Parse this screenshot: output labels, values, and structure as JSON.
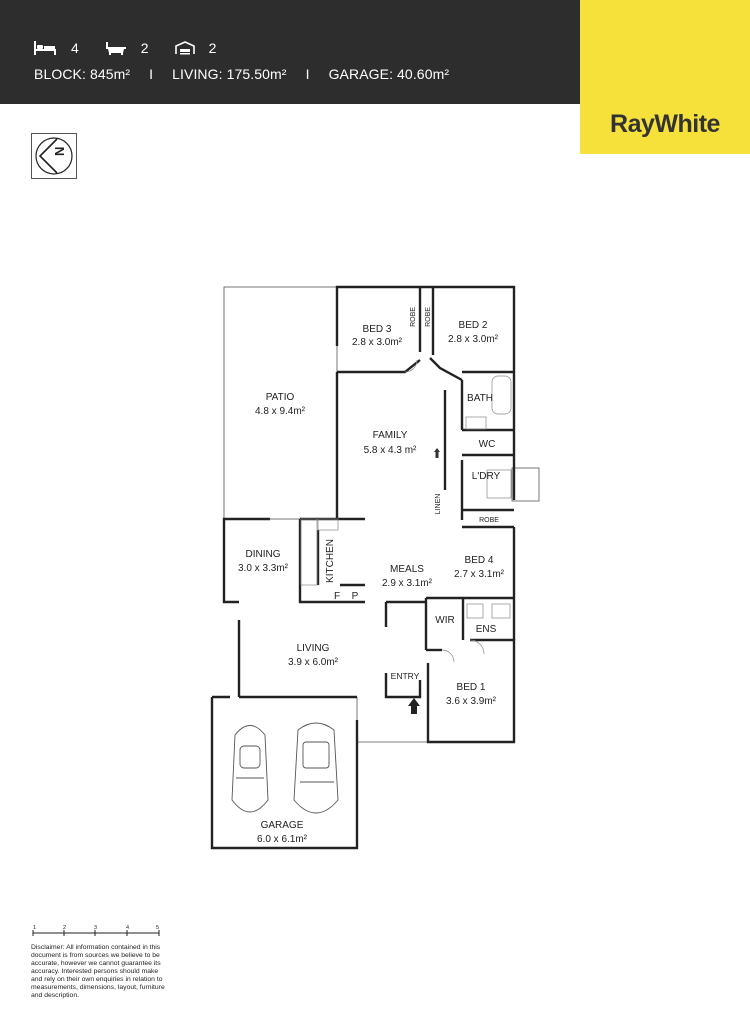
{
  "header": {
    "stats": [
      {
        "icon": "bed-icon",
        "value": "4"
      },
      {
        "icon": "bath-icon",
        "value": "2"
      },
      {
        "icon": "garage-icon",
        "value": "2"
      }
    ],
    "block_label": "BLOCK: 845m²",
    "living_label": "LIVING: 175.50m²",
    "garage_label": "GARAGE: 40.60m²",
    "separator": "I"
  },
  "brand": {
    "name": "RayWhite",
    "color": "#f6e13b"
  },
  "compass": {
    "letter": "N"
  },
  "rooms": {
    "patio": {
      "name": "PATIO",
      "size": "4.8 x 9.4m²"
    },
    "bed3": {
      "name": "BED 3",
      "size": "2.8 x 3.0m²"
    },
    "bed2": {
      "name": "BED 2",
      "size": "2.8 x 3.0m²"
    },
    "robe_bed3": "ROBE",
    "robe_bed2": "ROBE",
    "bath": {
      "name": "BATH"
    },
    "family": {
      "name": "FAMILY",
      "size": "5.8 x 4.3 m²"
    },
    "wc": {
      "name": "WC"
    },
    "laundry": {
      "name": "L'DRY"
    },
    "linen": "LINEN",
    "robe_bed4": "ROBE",
    "dining": {
      "name": "DINING",
      "size": "3.0 x 3.3m²"
    },
    "kitchen": {
      "name": "KITCHEN"
    },
    "meals": {
      "name": "MEALS",
      "size": "2.9 x 3.1m²"
    },
    "bed4": {
      "name": "BED 4",
      "size": "2.7 x 3.1m²"
    },
    "fridge": "F",
    "pantry": "P",
    "wir": {
      "name": "WIR"
    },
    "ens": {
      "name": "ENS"
    },
    "living": {
      "name": "LIVING",
      "size": "3.9 x 6.0m²"
    },
    "entry": {
      "name": "ENTRY"
    },
    "bed1": {
      "name": "BED 1",
      "size": "3.6 x 3.9m²"
    },
    "garage": {
      "name": "GARAGE",
      "size": "6.0 x 6.1m²"
    }
  },
  "scale": {
    "ticks": [
      "1",
      "2",
      "3",
      "4",
      "5"
    ]
  },
  "disclaimer": "Disclaimer: All information contained in this document is from sources we believe to be accurate, however we cannot guarantee its accuracy. Interested persons should make and rely on their own enquiries in relation to measurements, dimensions, layout, furniture and description."
}
